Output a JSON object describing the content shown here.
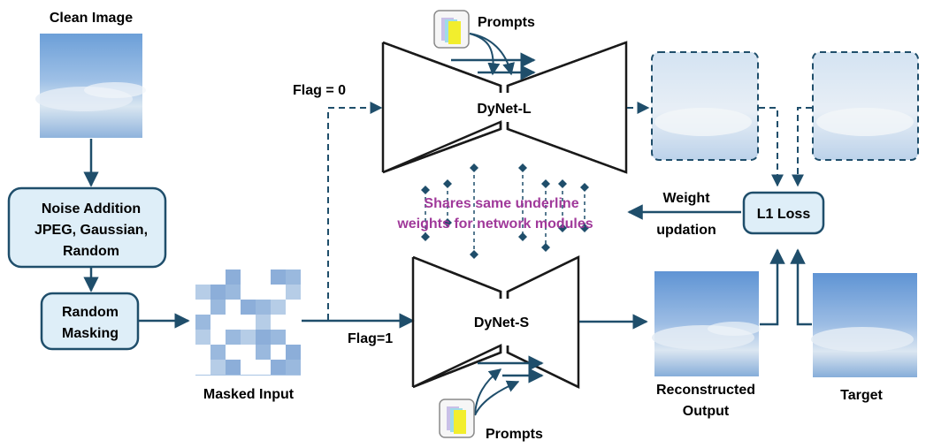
{
  "colors": {
    "stroke": "#1f4e6b",
    "box_fill": "#deeef8",
    "purple_text": "#a0399a",
    "sky_light": "#d6e6f2",
    "sky_mid": "#8fb6de",
    "sky_dark": "#5b8fcf"
  },
  "labels": {
    "clean_image": "Clean Image",
    "noise_addition": [
      "Noise Addition",
      "JPEG, Gaussian,",
      "Random"
    ],
    "random_masking": [
      "Random",
      "Masking"
    ],
    "masked_input": "Masked Input",
    "flag0": "Flag = 0",
    "flag1": "Flag=1",
    "prompts_top": "Prompts",
    "prompts_bottom": "Prompts",
    "dynet_l": "DyNet-L",
    "dynet_s": "DyNet-S",
    "shares": [
      "Shares same underline",
      "weights for network modules"
    ],
    "weight": "Weight",
    "updation": "updation",
    "l1_loss": "L1 Loss",
    "reconstructed": [
      "Reconstructed",
      "Output"
    ],
    "target": "Target"
  },
  "icons": {
    "prompt": "stacked-cards-icon",
    "image": "sky-photo-icon"
  }
}
